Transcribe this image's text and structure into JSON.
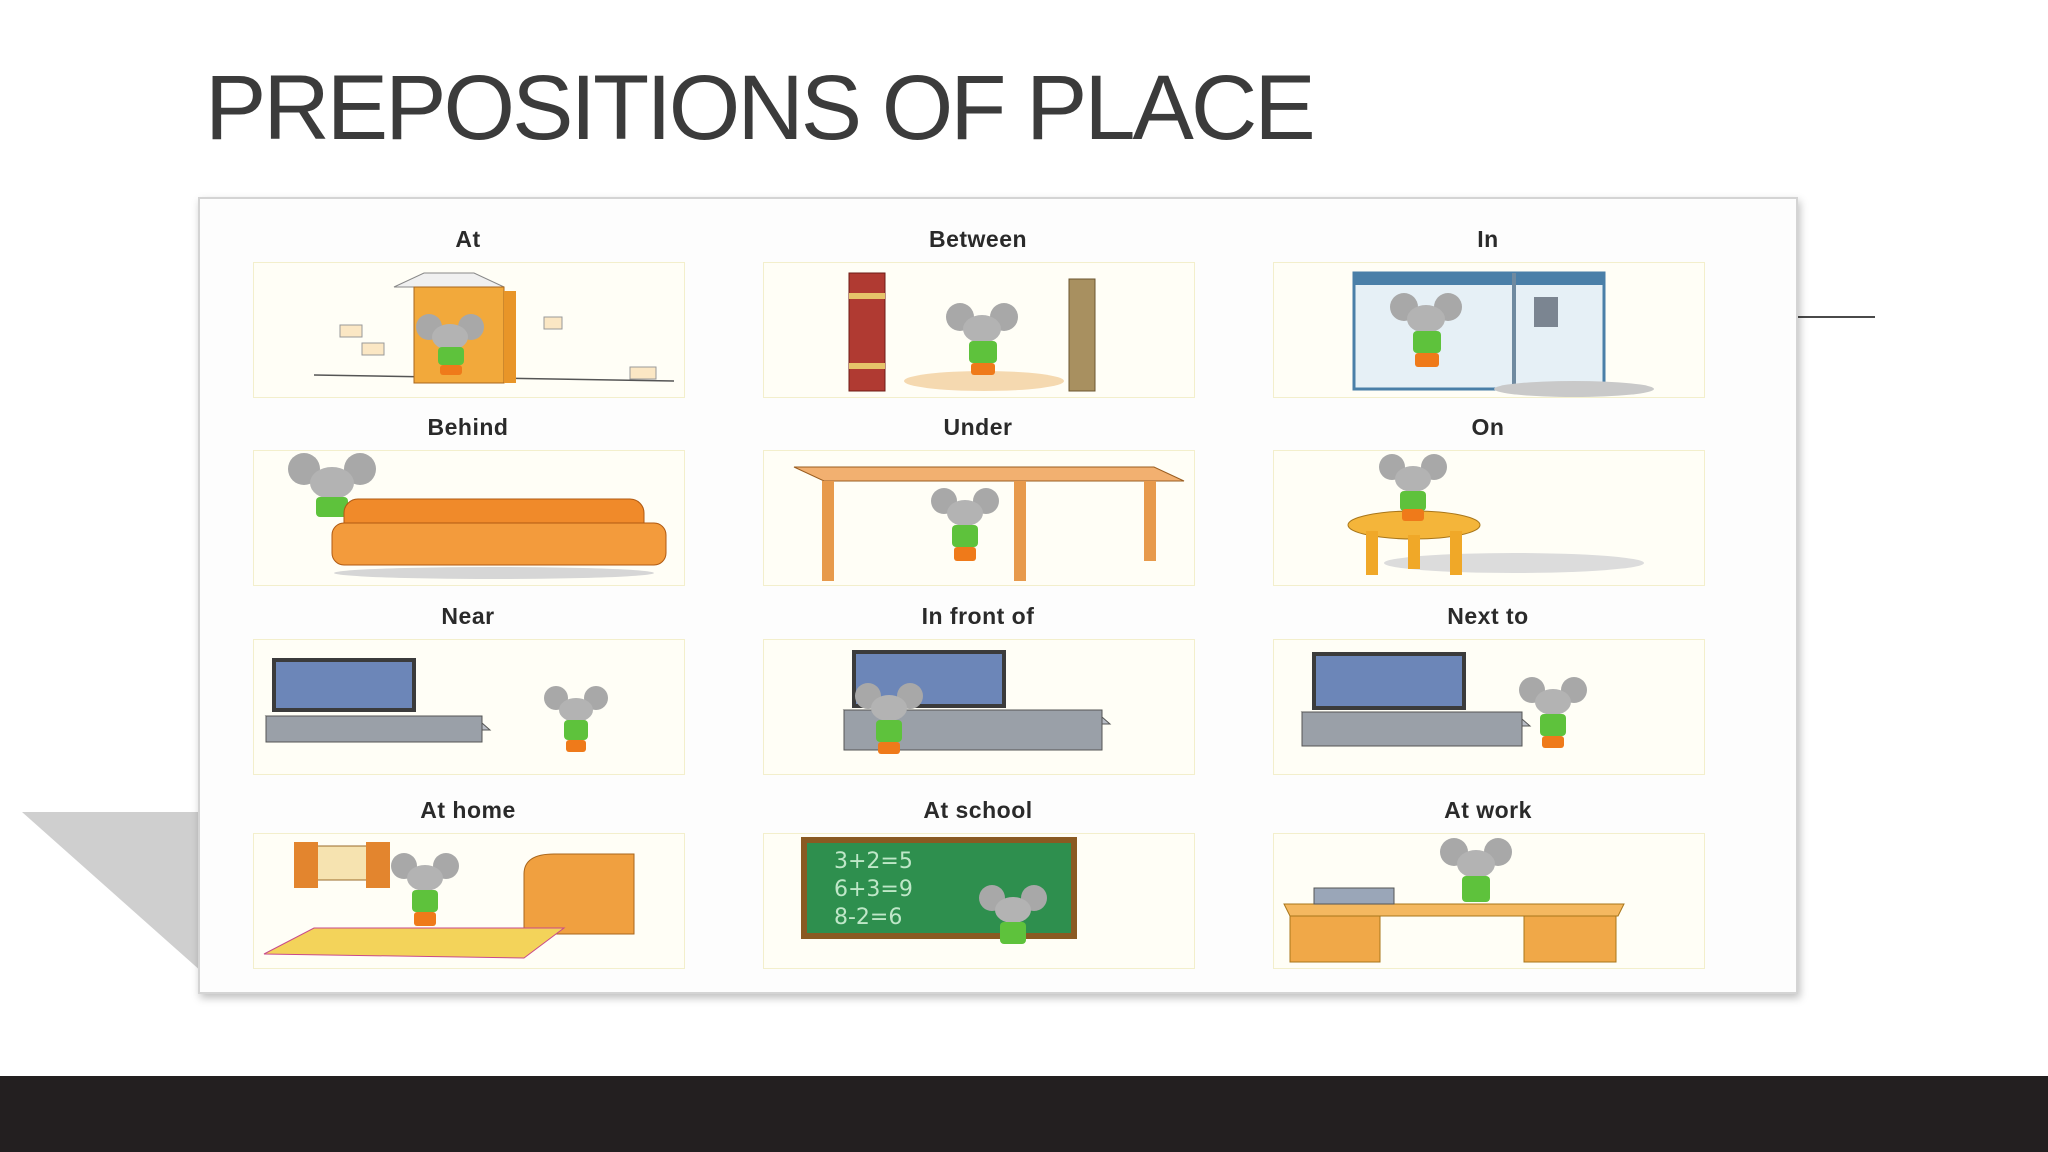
{
  "slide": {
    "title": "PREPOSITIONS OF PLACE"
  },
  "cells": [
    {
      "label": "At"
    },
    {
      "label": "Between"
    },
    {
      "label": "In"
    },
    {
      "label": "Behind"
    },
    {
      "label": "Under"
    },
    {
      "label": "On"
    },
    {
      "label": "Near"
    },
    {
      "label": "In front of"
    },
    {
      "label": "Next to"
    },
    {
      "label": "At home"
    },
    {
      "label": "At school"
    },
    {
      "label": "At work"
    }
  ],
  "chalkboard": {
    "lines": [
      "3+2=5",
      "6+3=9",
      "8-2=6"
    ]
  },
  "colors": {
    "title": "#3b3b3b",
    "footer": "#231f20",
    "mouse_shirt": "#5ec23c",
    "mouse_shorts": "#ef7a1a",
    "mouse_fur": "#9a9a9a",
    "furniture_orange": "#f08a2a",
    "tv_screen": "#6c86b8",
    "chalkboard": "#2e8f4e"
  }
}
